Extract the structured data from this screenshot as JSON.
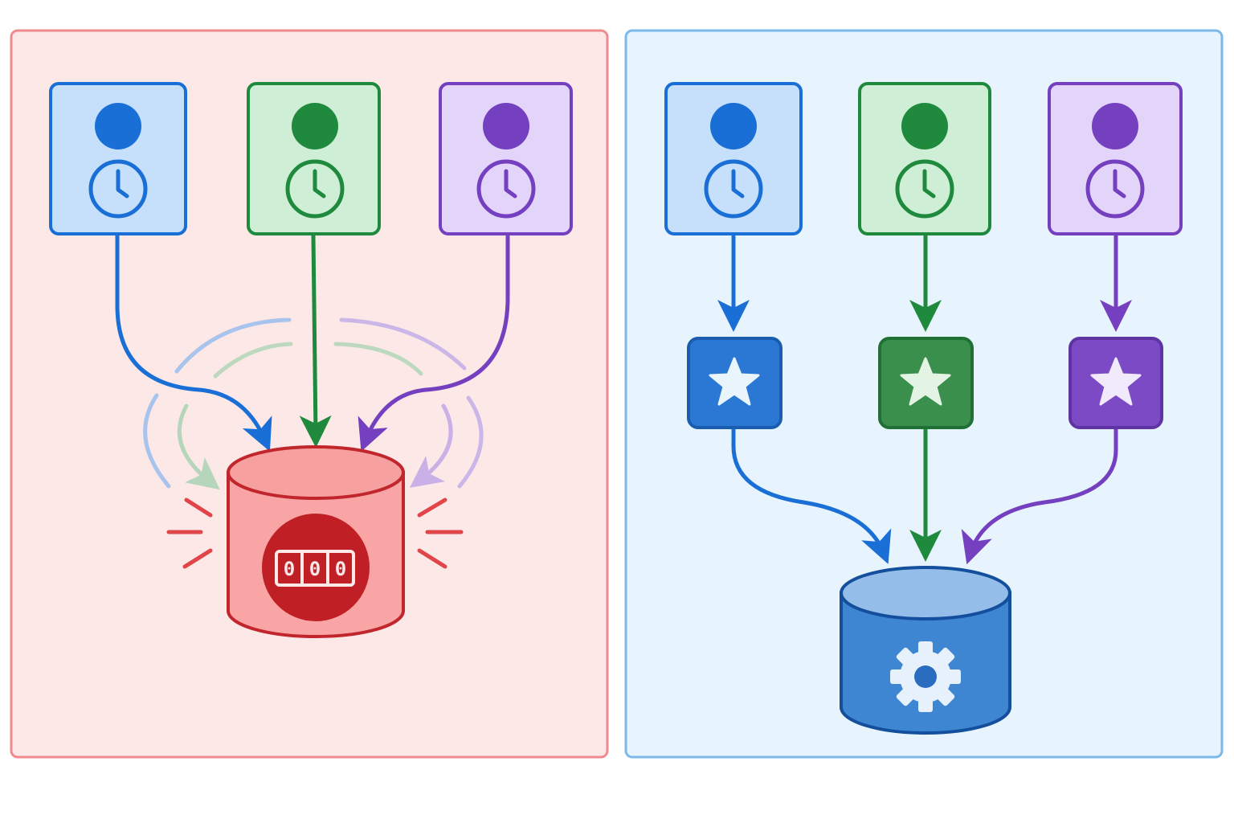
{
  "colors": {
    "blue": "#1a6fd6",
    "green": "#1f8a3d",
    "purple": "#7440c0",
    "red": "#c0262b",
    "left_panel_bg": "#fde8e8",
    "left_panel_border": "#ef8a8e",
    "right_panel_bg": "#e8f4fd",
    "right_panel_border": "#7ab9ea"
  },
  "left_panel": {
    "clients": [
      {
        "color": "blue",
        "icons": [
          "user-icon",
          "clock-icon"
        ]
      },
      {
        "color": "green",
        "icons": [
          "user-icon",
          "clock-icon"
        ]
      },
      {
        "color": "purple",
        "icons": [
          "user-icon",
          "clock-icon"
        ]
      }
    ],
    "database": {
      "icon": "counter-icon",
      "counter_digits": "000",
      "state": "contention"
    }
  },
  "right_panel": {
    "clients": [
      {
        "color": "blue",
        "icons": [
          "user-icon",
          "clock-icon"
        ]
      },
      {
        "color": "green",
        "icons": [
          "user-icon",
          "clock-icon"
        ]
      },
      {
        "color": "purple",
        "icons": [
          "user-icon",
          "clock-icon"
        ]
      }
    ],
    "generators": [
      {
        "color": "blue",
        "icon": "star-icon"
      },
      {
        "color": "green",
        "icon": "star-icon"
      },
      {
        "color": "purple",
        "icon": "star-icon"
      }
    ],
    "database": {
      "icon": "gear-icon"
    }
  }
}
